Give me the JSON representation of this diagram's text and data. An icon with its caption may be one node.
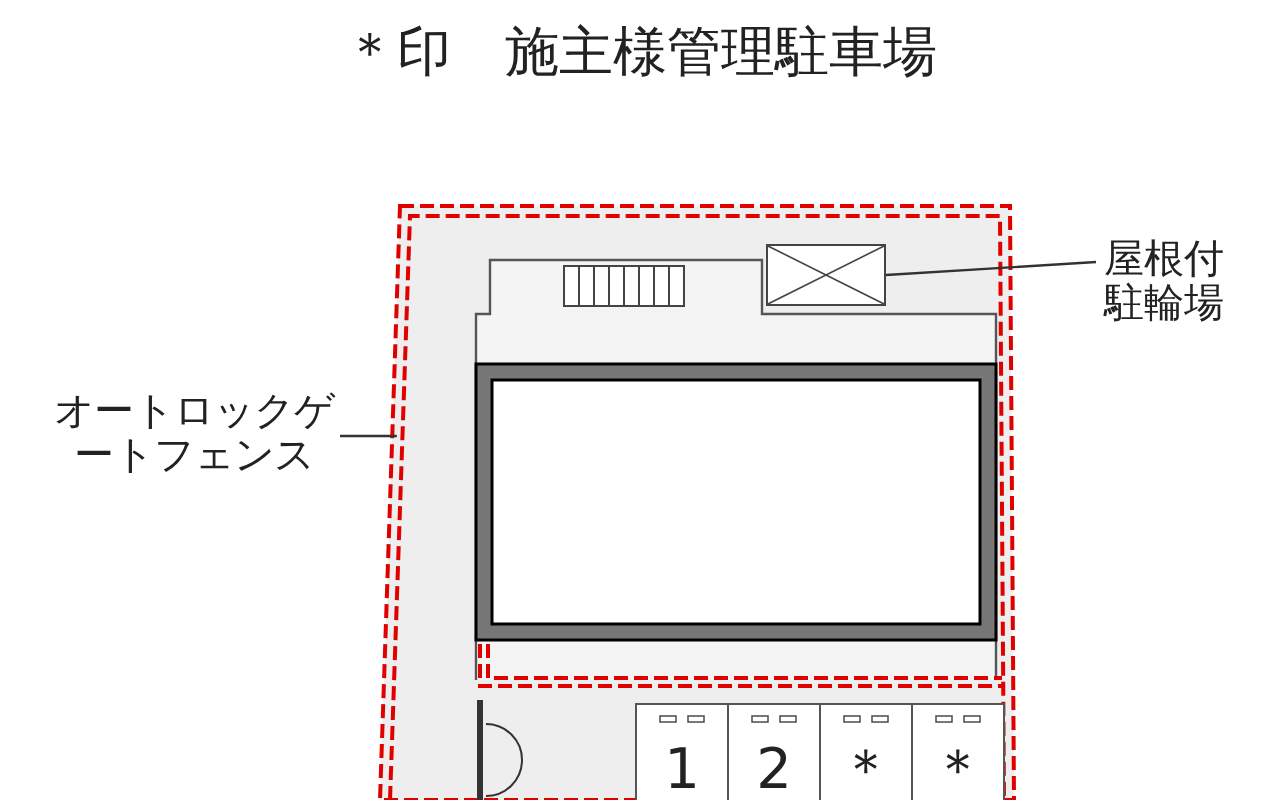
{
  "diagram": {
    "title": "＊印　施主様管理駐車場",
    "nodes": [
      {
        "text": [
          "オートロックゲートフェンス"
        ]
      },
      {
        "text": [],
        "shape": "box"
      },
      {
        "text": [
          "屋根付駐輪場"
        ]
      },
      {
        "text": [],
        "shape": "box",
        "in": 1
      }
    ],
    "edges": [
      {
        "from": 0,
        "to": 1,
        "arrow": "none"
      },
      {
        "from": 2,
        "to": 3,
        "arrow": "none"
      }
    ],
    "labels": [
      "1",
      "2",
      "＊",
      "＊"
    ]
  }
}
